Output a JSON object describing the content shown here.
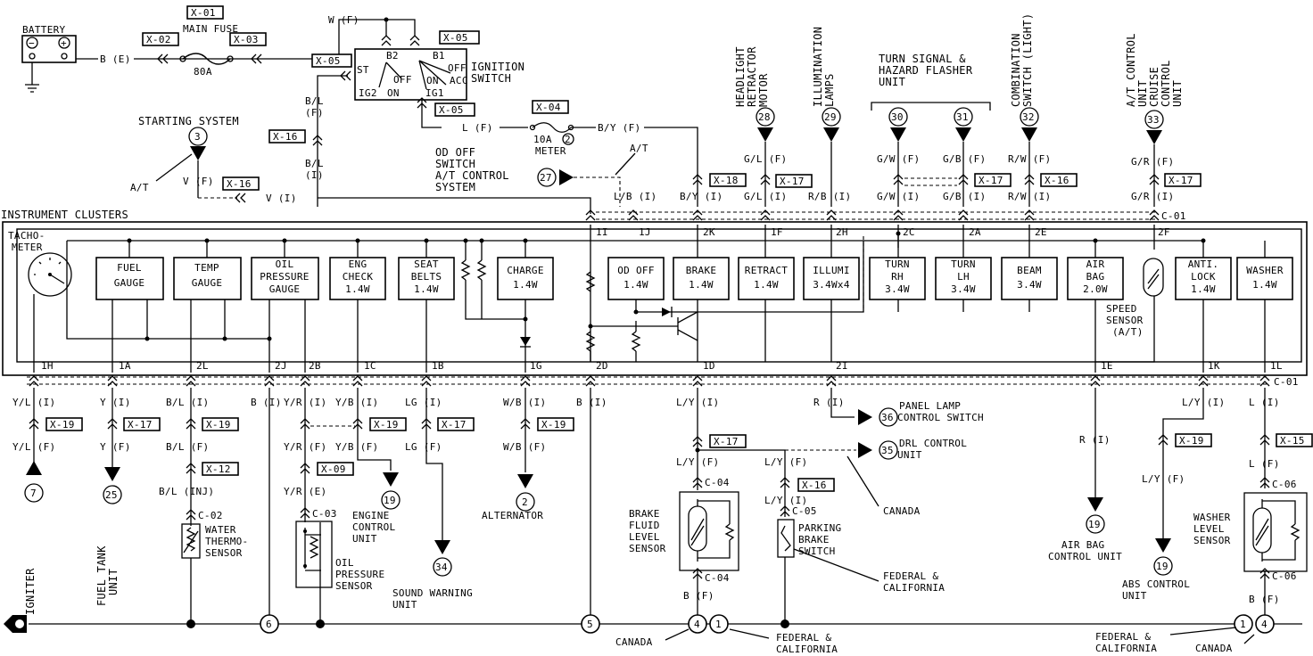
{
  "headings": {
    "battery": "BATTERY",
    "main_fuse": "MAIN FUSE",
    "main_fuse_rating": "80A",
    "ignition_switch": [
      "IGNITION",
      "SWITCH"
    ],
    "starting_system": "STARTING SYSTEM",
    "instrument_clusters": "INSTRUMENT CLUSTERS",
    "od_off_switch": [
      "OD OFF",
      "SWITCH",
      "A/T CONTROL",
      "SYSTEM"
    ],
    "meter_fuse": [
      "10A",
      "METER"
    ],
    "headlight_retractor_motor": [
      "HEADLIGHT",
      "RETRACTOR",
      "MOTOR"
    ],
    "illumination_lamps": [
      "ILLUMINATION",
      "LAMPS"
    ],
    "turn_signal": [
      "TURN SIGNAL &",
      "HAZARD FLASHER",
      "UNIT"
    ],
    "combination_switch": [
      "COMBINATION",
      "SWITCH (LIGHT)"
    ],
    "at_control_unit": [
      "A/T CONTROL",
      "UNIT",
      "CRUISE",
      "CONTROL",
      "UNIT"
    ],
    "tachometer": [
      "TACHO-",
      "METER"
    ],
    "speed_sensor": [
      "SPEED",
      "SENSOR",
      "(A/T)"
    ]
  },
  "ignition": {
    "pins": [
      "B2",
      "B1",
      "ST",
      "IG2",
      "ON",
      "OFF",
      "ACC",
      "ON",
      "OFF",
      "IG1"
    ]
  },
  "connectors": {
    "x01": "X-01",
    "x02": "X-02",
    "x03": "X-03",
    "x04": "X-04",
    "x05": "X-05",
    "x09": "X-09",
    "x12": "X-12",
    "x15": "X-15",
    "x16": "X-16",
    "x17": "X-17",
    "x18": "X-18",
    "x19": "X-19",
    "c01": "C-01",
    "c02": "C-02",
    "c03": "C-03",
    "c04": "C-04",
    "c05": "C-05",
    "c06": "C-06"
  },
  "wires": {
    "b_e": "B (E)",
    "w_f": "W (F)",
    "bl_f": [
      "B/L",
      "(F)"
    ],
    "bl_i": [
      "B/L",
      "(I)"
    ],
    "l_f": "L (F)",
    "by_f": "B/Y (F)",
    "at": "A/T",
    "v_f": "V (F)",
    "v_i": "V (I)",
    "lb_i": "L/B (I)",
    "by_i": "B/Y (I)",
    "gl_f": "G/L (F)",
    "gl_i": "G/L (I)",
    "rb_i": "R/B (I)",
    "gw_f": "G/W (F)",
    "gw_i": "G/W (I)",
    "gb_f": "G/B (F)",
    "gb_i": "G/B (I)",
    "rw_f": "R/W (F)",
    "rw_i": "R/W (I)",
    "gr_f": "G/R (F)",
    "gr_i": "G/R (I)",
    "yl_i": "Y/L (I)",
    "yl_f": "Y/L (F)",
    "y_i": "Y (I)",
    "y_f": "Y (F)",
    "bl_i2": "B/L (I)",
    "bl_f2": "B/L (F)",
    "bl_inj": "B/L (INJ)",
    "b_i": "B (I)",
    "yr_i": "Y/R (I)",
    "yr_f": "Y/R (F)",
    "yr_e": "Y/R (E)",
    "yb_i": "Y/B (I)",
    "yb_f": "Y/B (F)",
    "lg_i": "LG (I)",
    "lg_f": "LG (F)",
    "wb_i": "W/B (I)",
    "wb_f": "W/B (F)",
    "b_i2": "B (I)",
    "ly_i": "L/Y (I)",
    "ly_f": "L/Y (F)",
    "ly_f2": "L/Y (F)",
    "ly_i2": "L/Y (I)",
    "r_i": "R (I)",
    "r_i2": "R (I)",
    "ly_i3": "L/Y (I)",
    "ly_f3": "L/Y (F)",
    "l_i": "L (I)",
    "l_f2": "L (F)",
    "b_f": "B (F)",
    "b_f2": "B (F)"
  },
  "gauges": [
    {
      "label": [
        "FUEL",
        "GAUGE"
      ]
    },
    {
      "label": [
        "TEMP",
        "GAUGE"
      ]
    },
    {
      "label": [
        "OIL",
        "PRESSURE",
        "GAUGE"
      ]
    },
    {
      "label": [
        "ENG",
        "CHECK",
        "1.4W"
      ]
    },
    {
      "label": [
        "SEAT",
        "BELTS",
        "1.4W"
      ]
    },
    {
      "label": [
        "CHARGE",
        "1.4W"
      ]
    },
    {
      "label": [
        "OD OFF",
        "1.4W"
      ]
    },
    {
      "label": [
        "BRAKE",
        "1.4W"
      ]
    },
    {
      "label": [
        "RETRACT",
        "1.4W"
      ]
    },
    {
      "label": [
        "ILLUMI",
        "3.4Wx4"
      ]
    },
    {
      "label": [
        "TURN",
        "RH",
        "3.4W"
      ]
    },
    {
      "label": [
        "TURN",
        "LH",
        "3.4W"
      ]
    },
    {
      "label": [
        "BEAM",
        "3.4W"
      ]
    },
    {
      "label": [
        "AIR",
        "BAG",
        "2.0W"
      ]
    },
    {
      "label": [
        "ANTI.",
        "LOCK",
        "1.4W"
      ]
    },
    {
      "label": [
        "WASHER",
        "1.4W"
      ]
    }
  ],
  "pins_top": [
    "1I",
    "1J",
    "2K",
    "1F",
    "2H",
    "2C",
    "2A",
    "2E",
    "2F"
  ],
  "pins_bottom": [
    "1H",
    "1A",
    "2L",
    "2J",
    "2B",
    "1C",
    "1B",
    "1G",
    "2D",
    "1D",
    "2I",
    "1E",
    "1K",
    "1L"
  ],
  "refs": {
    "starting": "3",
    "od_off": "27",
    "retractor": "28",
    "illum": "29",
    "turn_a": "30",
    "turn_b": "31",
    "combo": "32",
    "atcu": "33",
    "igniter": "7",
    "fuel": "25",
    "ecu": "19",
    "sound": "34",
    "alt": "2",
    "panel": "36",
    "drl": "35",
    "airbag": "19",
    "abs": "19",
    "meter_fuse_num": "2",
    "gnd_6a": "6",
    "gnd_5": "5",
    "gnd_4a": "4",
    "gnd_1a": "1",
    "gnd_1b": "1",
    "gnd_4b": "4"
  },
  "bottom_labels": {
    "water_thermo": [
      "WATER",
      "THERMO-",
      "SENSOR"
    ],
    "oil_pressure_sensor": [
      "OIL",
      "PRESSURE",
      "SENSOR"
    ],
    "engine_control": [
      "ENGINE",
      "CONTROL",
      "UNIT"
    ],
    "sound_warning": [
      "SOUND WARNING",
      "UNIT"
    ],
    "alternator": "ALTERNATOR",
    "brake_fluid": [
      "BRAKE",
      "FLUID",
      "LEVEL",
      "SENSOR"
    ],
    "parking_brake": [
      "PARKING",
      "BRAKE",
      "SWITCH"
    ],
    "panel_lamp": [
      "PANEL LAMP",
      "CONTROL SWITCH"
    ],
    "drl_control": [
      "DRL CONTROL",
      "UNIT"
    ],
    "canada1": "CANADA",
    "federal1": [
      "FEDERAL &",
      "CALIFORNIA"
    ],
    "airbag_control": [
      "AIR BAG",
      "CONTROL UNIT"
    ],
    "abs_control": [
      "ABS CONTROL",
      "UNIT"
    ],
    "washer_level": [
      "WASHER",
      "LEVEL",
      "SENSOR"
    ],
    "igniter": "IGNITER",
    "fuel_tank": [
      "FUEL TANK",
      "UNIT"
    ],
    "canada_left": "CANADA",
    "federal_mid": [
      "FEDERAL &",
      "CALIFORNIA"
    ],
    "federal_right": [
      "FEDERAL &",
      "CALIFORNIA"
    ],
    "canada_right": "CANADA"
  }
}
